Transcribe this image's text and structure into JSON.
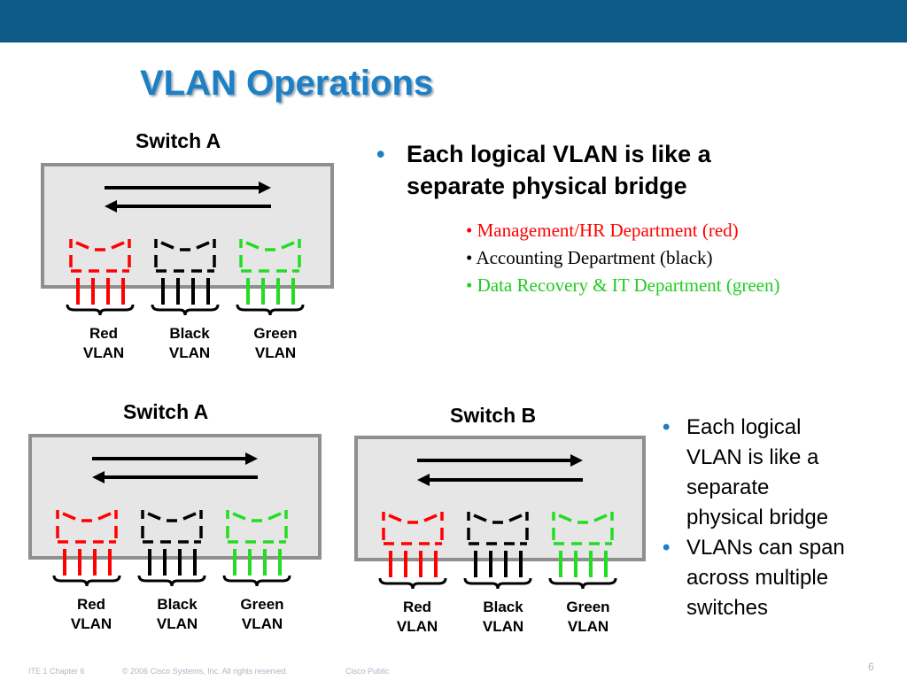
{
  "title": "VLAN Operations",
  "colors": {
    "red": "#ff0000",
    "black": "#000000",
    "green": "#22dd22",
    "accent": "#1d7fc4",
    "header": "#0e5a86"
  },
  "switches": [
    {
      "label": "Switch A",
      "vlans": [
        {
          "line1": "Red",
          "line2": "VLAN"
        },
        {
          "line1": "Black",
          "line2": "VLAN"
        },
        {
          "line1": "Green",
          "line2": "VLAN"
        }
      ]
    },
    {
      "label": "Switch A",
      "vlans": [
        {
          "line1": "Red",
          "line2": "VLAN"
        },
        {
          "line1": "Black",
          "line2": "VLAN"
        },
        {
          "line1": "Green",
          "line2": "VLAN"
        }
      ]
    },
    {
      "label": "Switch B",
      "vlans": [
        {
          "line1": "Red",
          "line2": "VLAN"
        },
        {
          "line1": "Black",
          "line2": "VLAN"
        },
        {
          "line1": "Green",
          "line2": "VLAN"
        }
      ]
    }
  ],
  "main_bullet": {
    "line1": "Each logical VLAN is like a",
    "line2": "separate physical  bridge"
  },
  "sub_bullets": [
    {
      "text": "• Management/HR Department (red)",
      "color": "#ff0000"
    },
    {
      "text": "• Accounting Department (black)",
      "color": "#000000"
    },
    {
      "text": "• Data Recovery & IT Department (green)",
      "color": "#22cc22"
    }
  ],
  "right_bullets": [
    {
      "line1": "Each logical",
      "line2": "VLAN is like a",
      "line3": "separate",
      "line4": "physical bridge"
    },
    {
      "line1": "VLANs can span",
      "line2": "across multiple",
      "line3": "switches"
    }
  ],
  "footer": {
    "chapter": "ITE 1 Chapter 6",
    "copyright": "© 2006 Cisco Systems, Inc. All rights reserved.",
    "classification": "Cisco Public",
    "page": "6"
  }
}
